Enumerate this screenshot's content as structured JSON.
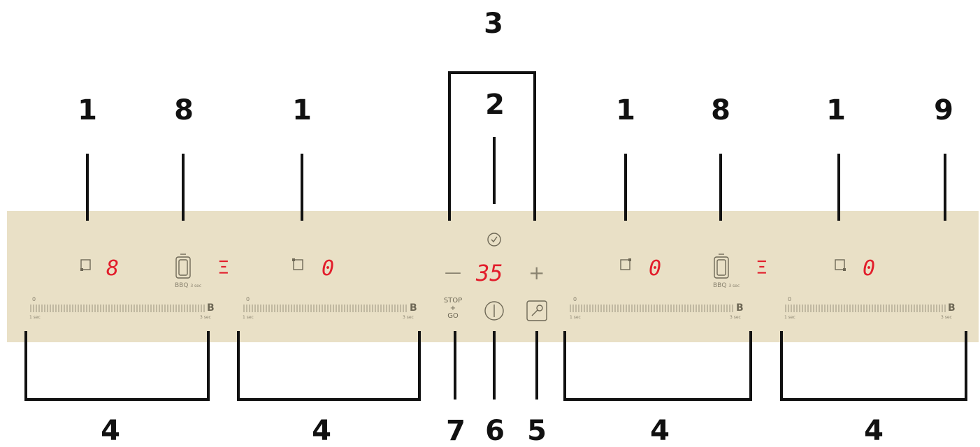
{
  "callouts": {
    "top_bracket": "3",
    "timer": "2",
    "zone_a": "1",
    "bbq_left": "8",
    "zone_b": "1",
    "zone_c": "1",
    "bbq_right": "8",
    "zone_d": "1",
    "edge": "9",
    "slider_1": "4",
    "slider_2": "4",
    "stop_go": "7",
    "power": "6",
    "lock": "5",
    "slider_3": "4",
    "slider_4": "4"
  },
  "panel": {
    "zone1_level": "8",
    "zone2_level": "0",
    "zone3_level": "0",
    "zone4_level": "0",
    "timer_value": "35",
    "minus": "—",
    "plus": "+",
    "bbq_label": "BBQ",
    "bbq_sub": "3 sec",
    "slider_min": "0",
    "slider_max": "B",
    "slider_left_note": "1 sec",
    "slider_right_note": "3 sec",
    "stop_label": "STOP",
    "plus_small": "+",
    "go_label": "GO",
    "seg_glyph": "Ξ"
  },
  "colors": {
    "panel": "#e9e0c6",
    "display_red": "#e21d2b",
    "line": "#111111"
  }
}
